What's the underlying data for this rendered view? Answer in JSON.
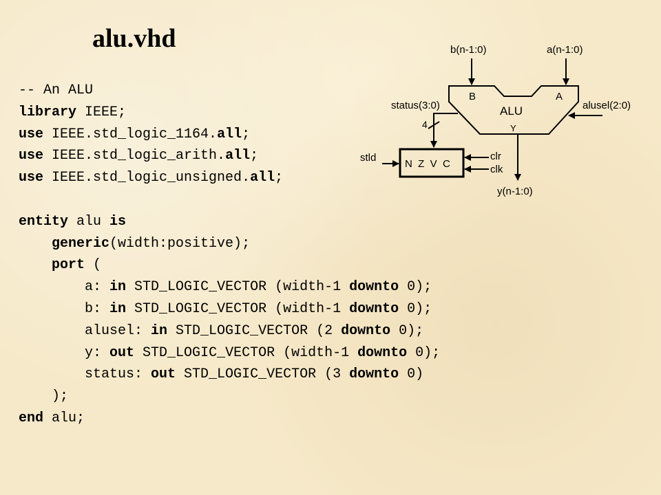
{
  "title": "alu.vhd",
  "code_lines": [
    [
      {
        "t": "-- An ALU",
        "kw": false
      }
    ],
    [
      {
        "t": "library",
        "kw": true
      },
      {
        "t": " IEEE;",
        "kw": false
      }
    ],
    [
      {
        "t": "use",
        "kw": true
      },
      {
        "t": " IEEE.std_logic_1164.",
        "kw": false
      },
      {
        "t": "all",
        "kw": true
      },
      {
        "t": ";",
        "kw": false
      }
    ],
    [
      {
        "t": "use",
        "kw": true
      },
      {
        "t": " IEEE.std_logic_arith.",
        "kw": false
      },
      {
        "t": "all",
        "kw": true
      },
      {
        "t": ";",
        "kw": false
      }
    ],
    [
      {
        "t": "use",
        "kw": true
      },
      {
        "t": " IEEE.std_logic_unsigned.",
        "kw": false
      },
      {
        "t": "all",
        "kw": true
      },
      {
        "t": ";",
        "kw": false
      }
    ],
    [],
    [
      {
        "t": "entity",
        "kw": true
      },
      {
        "t": " alu ",
        "kw": false
      },
      {
        "t": "is",
        "kw": true
      }
    ],
    [
      {
        "t": "    ",
        "kw": false
      },
      {
        "t": "generic",
        "kw": true
      },
      {
        "t": "(width:positive);",
        "kw": false
      }
    ],
    [
      {
        "t": "    ",
        "kw": false
      },
      {
        "t": "port",
        "kw": true
      },
      {
        "t": " (",
        "kw": false
      }
    ],
    [
      {
        "t": "        a: ",
        "kw": false
      },
      {
        "t": "in",
        "kw": true
      },
      {
        "t": " STD_LOGIC_VECTOR (width-1 ",
        "kw": false
      },
      {
        "t": "downto",
        "kw": true
      },
      {
        "t": " 0);",
        "kw": false
      }
    ],
    [
      {
        "t": "        b: ",
        "kw": false
      },
      {
        "t": "in",
        "kw": true
      },
      {
        "t": " STD_LOGIC_VECTOR (width-1 ",
        "kw": false
      },
      {
        "t": "downto",
        "kw": true
      },
      {
        "t": " 0);",
        "kw": false
      }
    ],
    [
      {
        "t": "        alusel: ",
        "kw": false
      },
      {
        "t": "in",
        "kw": true
      },
      {
        "t": " STD_LOGIC_VECTOR (2 ",
        "kw": false
      },
      {
        "t": "downto",
        "kw": true
      },
      {
        "t": " 0);",
        "kw": false
      }
    ],
    [
      {
        "t": "        y: ",
        "kw": false
      },
      {
        "t": "out",
        "kw": true
      },
      {
        "t": " STD_LOGIC_VECTOR (width-1 ",
        "kw": false
      },
      {
        "t": "downto",
        "kw": true
      },
      {
        "t": " 0);",
        "kw": false
      }
    ],
    [
      {
        "t": "        status: ",
        "kw": false
      },
      {
        "t": "out",
        "kw": true
      },
      {
        "t": " STD_LOGIC_VECTOR (3 ",
        "kw": false
      },
      {
        "t": "downto",
        "kw": true
      },
      {
        "t": " 0)",
        "kw": false
      }
    ],
    [
      {
        "t": "    );",
        "kw": false
      }
    ],
    [
      {
        "t": "end",
        "kw": true
      },
      {
        "t": " alu;",
        "kw": false
      }
    ]
  ],
  "diagram": {
    "b_in_label": "b(n-1:0)",
    "a_in_label": "a(n-1:0)",
    "port_b": "B",
    "port_a": "A",
    "alu_label": "ALU",
    "port_y": "Y",
    "status_label": "status(3:0)",
    "bus_width": "4",
    "alusel_label": "alusel(2:0)",
    "stld_label": "stld",
    "flags_label": "N  Z  V  C",
    "clr_label": "clr",
    "clk_label": "clk",
    "y_out_label": "y(n-1:0)"
  }
}
